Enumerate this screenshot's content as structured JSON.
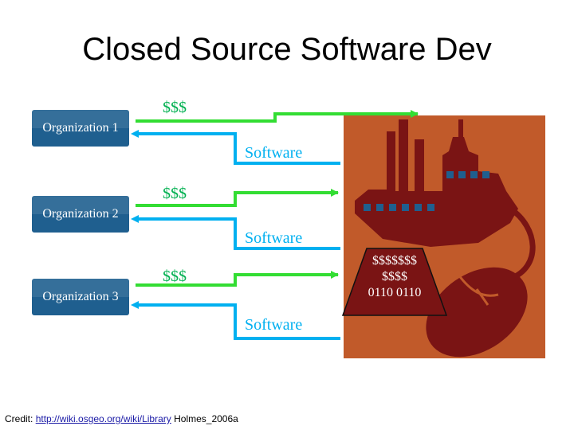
{
  "title": "Closed Source Software Dev",
  "organizations": [
    {
      "label": "Organization 1"
    },
    {
      "label": "Organization 2"
    },
    {
      "label": "Organization 3"
    }
  ],
  "flows": [
    {
      "money": "$$$",
      "software": "Software"
    },
    {
      "money": "$$$",
      "software": "Software"
    },
    {
      "money": "$$$",
      "software": "Software"
    }
  ],
  "vendor_box": {
    "line1": "$$$$$$$",
    "line2": "$$$$",
    "line3": "0110 0110"
  },
  "credit": {
    "prefix": "Credit: ",
    "link_text": "http://wiki.osgeo.org/wiki/Library",
    "suffix": " Holmes_2006a"
  },
  "colors": {
    "org_fill": "#1f5f8f",
    "money_arrow": "#33dd33",
    "software_arrow": "#00b0f0",
    "factory_background": "#c15a2a",
    "factory_silhouette": "#7a1414",
    "windows": "#1f5f8f"
  },
  "icons": {
    "factory": "factory-icon",
    "mouse": "computer-mouse-icon"
  }
}
